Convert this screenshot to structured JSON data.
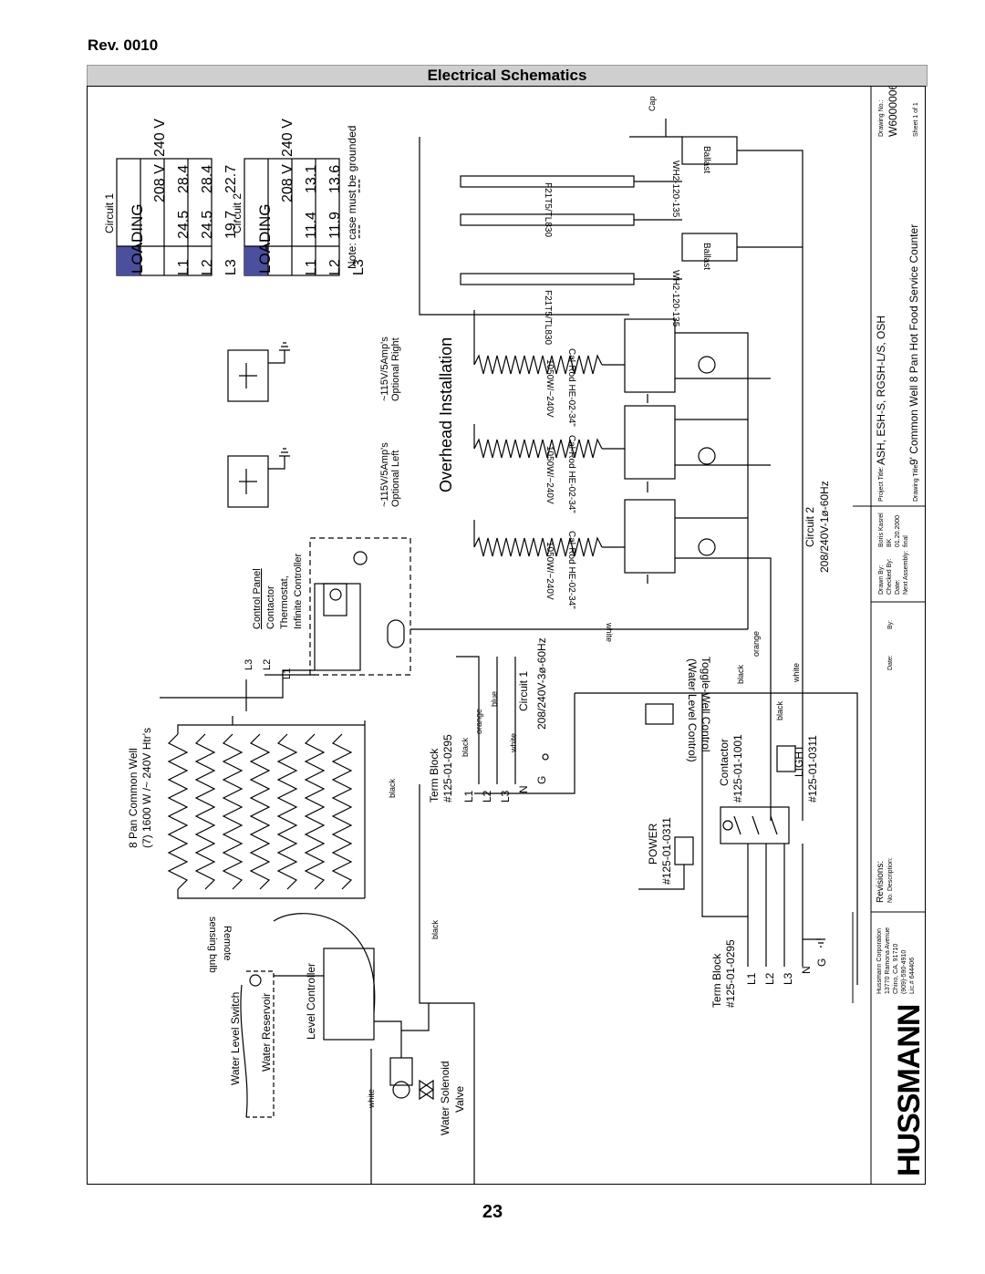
{
  "header": {
    "rev": "Rev. 0010",
    "title": "Electrical Schematics"
  },
  "page_number": "23",
  "circuit1": {
    "label": "Circuit 1",
    "loading": "LOADING",
    "v208": "208 V",
    "v240": "240 V",
    "rows": [
      {
        "l": "L1",
        "a": "24.5",
        "b": "28.4"
      },
      {
        "l": "L2",
        "a": "24.5",
        "b": "28.4"
      },
      {
        "l": "L3",
        "a": "19.7",
        "b": "22.7"
      }
    ]
  },
  "circuit2": {
    "label": "Circuit 2",
    "loading": "LOADING",
    "v208": "208 V",
    "v240": "240 V",
    "rows": [
      {
        "l": "L1",
        "a": "11.4",
        "b": "13.1"
      },
      {
        "l": "L2",
        "a": "11.9",
        "b": "13.6"
      },
      {
        "l": "L3",
        "a": "---",
        "b": "---"
      }
    ]
  },
  "note": "Note: case must be grounded",
  "receptacles": {
    "right_a": "~115V/5Amp's",
    "right_b": "Optional Right",
    "left_a": "~115V/5Amp's",
    "left_b": "Optional Left"
  },
  "overhead": "Overhead Installation",
  "lamps": {
    "ballast": "Ballast",
    "part": "WH2-120-135",
    "tube": "F21T5/TL830",
    "cap": "Cap"
  },
  "calrod": {
    "a": "Cal-Rod HE-02-34\"",
    "b": "1050W/~240V"
  },
  "heaters": {
    "a": "8 Pan Common Well",
    "b": "(7) 1600 W /~ 240V Htr's"
  },
  "remote": {
    "a": "Remote",
    "b": "sensing bulb"
  },
  "control_panel": {
    "title": "Control Panel",
    "a": "Contactor",
    "b": "Thermostat,",
    "c": "Infinite Controller"
  },
  "lines": {
    "l1": "L1",
    "l2": "L2",
    "l3": "L3",
    "n": "N",
    "g": "G"
  },
  "term_block_top": {
    "a": "Term Block",
    "b": "#125-01-0295"
  },
  "circuit1_feed": {
    "a": "Circuit 1",
    "b": "208/240V-3ø-60Hz"
  },
  "circuit2_feed": {
    "a": "Circuit 2",
    "b": "208/240V-1ø-60Hz"
  },
  "contactor": {
    "a": "Contactor",
    "b": "#125-01-1001"
  },
  "toggle": {
    "a": "Toggle-Well Control",
    "b": "(Water Level Control)"
  },
  "light": {
    "a": "LIGHT",
    "b": "#125-01-0311"
  },
  "power": {
    "a": "POWER",
    "b": "#125-01-0311"
  },
  "term_block_bottom": {
    "a": "Term Block",
    "b": "#125-01-0295"
  },
  "water": {
    "switch": "Water Level Switch",
    "reservoir": "Water Reservoir",
    "controller": "Level Controller",
    "solenoid_a": "Water Solenoid",
    "solenoid_b": "Valve"
  },
  "wire_colors": {
    "black": "black",
    "white": "white",
    "orange": "orange",
    "blue": "blue"
  },
  "titleblock": {
    "brand": "HUSSMANN",
    "company": [
      "Hussmann Corporation",
      "13770 Ramona Avenue",
      "Chino, CA. 91710",
      "(909)-590-4910",
      "Lic.# 644406"
    ],
    "revisions": "Revisions:",
    "no_desc": "No. Description:",
    "date": "Date:",
    "by": "By:",
    "drawn_by": "Drawn By:",
    "drawn_by_v": "Boris Kasrel",
    "checked_by": "Checked By:",
    "checked_by_v": "BK",
    "date_lbl": "Date:",
    "date_v": "01.20.2000",
    "next_assembly": "Next Assembly:",
    "next_assembly_v": "final",
    "project_title_lbl": "Project Title:",
    "project_title": "ASH, ESH-S, RGSH-L/S, OSH",
    "drawing_title_lbl": "Drawing Title:",
    "drawing_title": "9' Common Well 8 Pan Hot Food Service Counter",
    "drawing_no_lbl": "Drawing No.:",
    "drawing_no": "W6000006",
    "sheet": "Sheet 1 of 1"
  }
}
